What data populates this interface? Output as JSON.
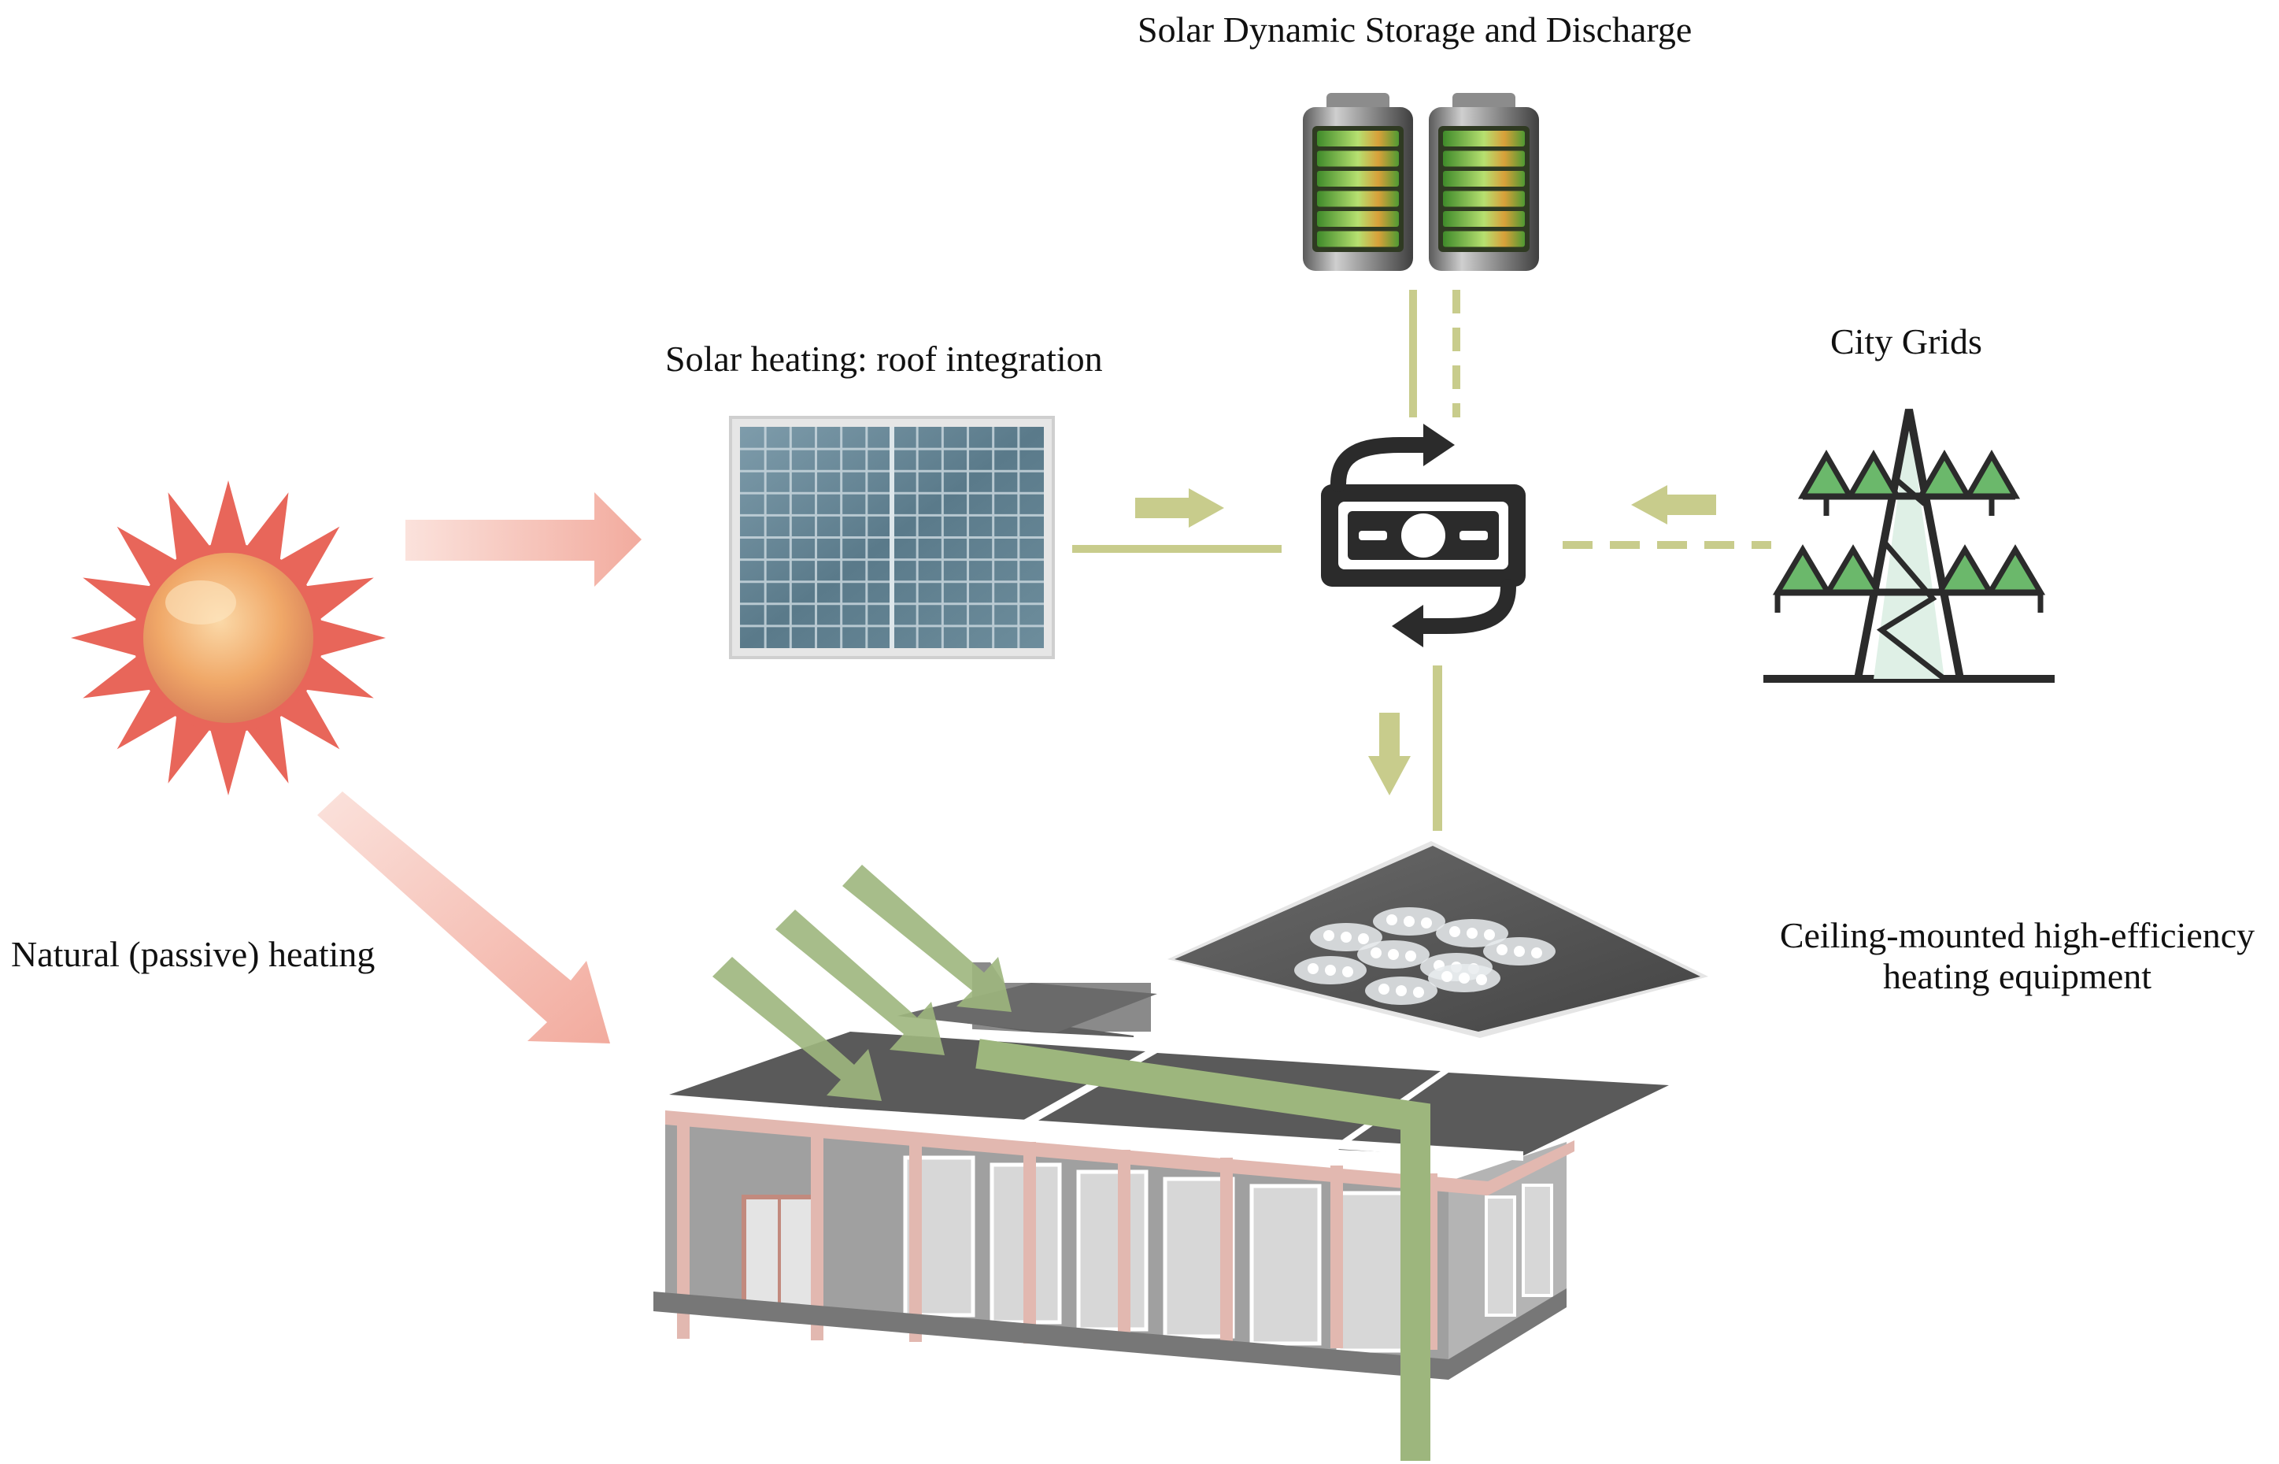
{
  "labels": {
    "storage": "Solar Dynamic Storage and Discharge",
    "roof": "Solar heating: roof integration",
    "city_grids": "City Grids",
    "passive": "Natural (passive) heating",
    "ceiling_line1": "Ceiling-mounted high-efficiency",
    "ceiling_line2": "heating equipment"
  },
  "colors": {
    "sun_rays": "#e8665a",
    "sun_core": "#f0a868",
    "pink_arrow": "#f4b7ac",
    "olive_line": "#c8cc8c",
    "green_arrow": "#9db67d",
    "battery_green": "#6cc24a",
    "tower_green": "#6bb86b",
    "icon_dark": "#2b2b2b",
    "panel_blue": "#5c7d8f",
    "house_gray": "#8f8f8f",
    "roof_dark": "#595959",
    "pillar_pink": "#e2b8b0"
  },
  "icons": [
    "sun-icon",
    "solar-panel-icon",
    "battery-icon",
    "inverter-icon",
    "power-tower-icon",
    "ceiling-heater-icon",
    "house-illustration"
  ]
}
